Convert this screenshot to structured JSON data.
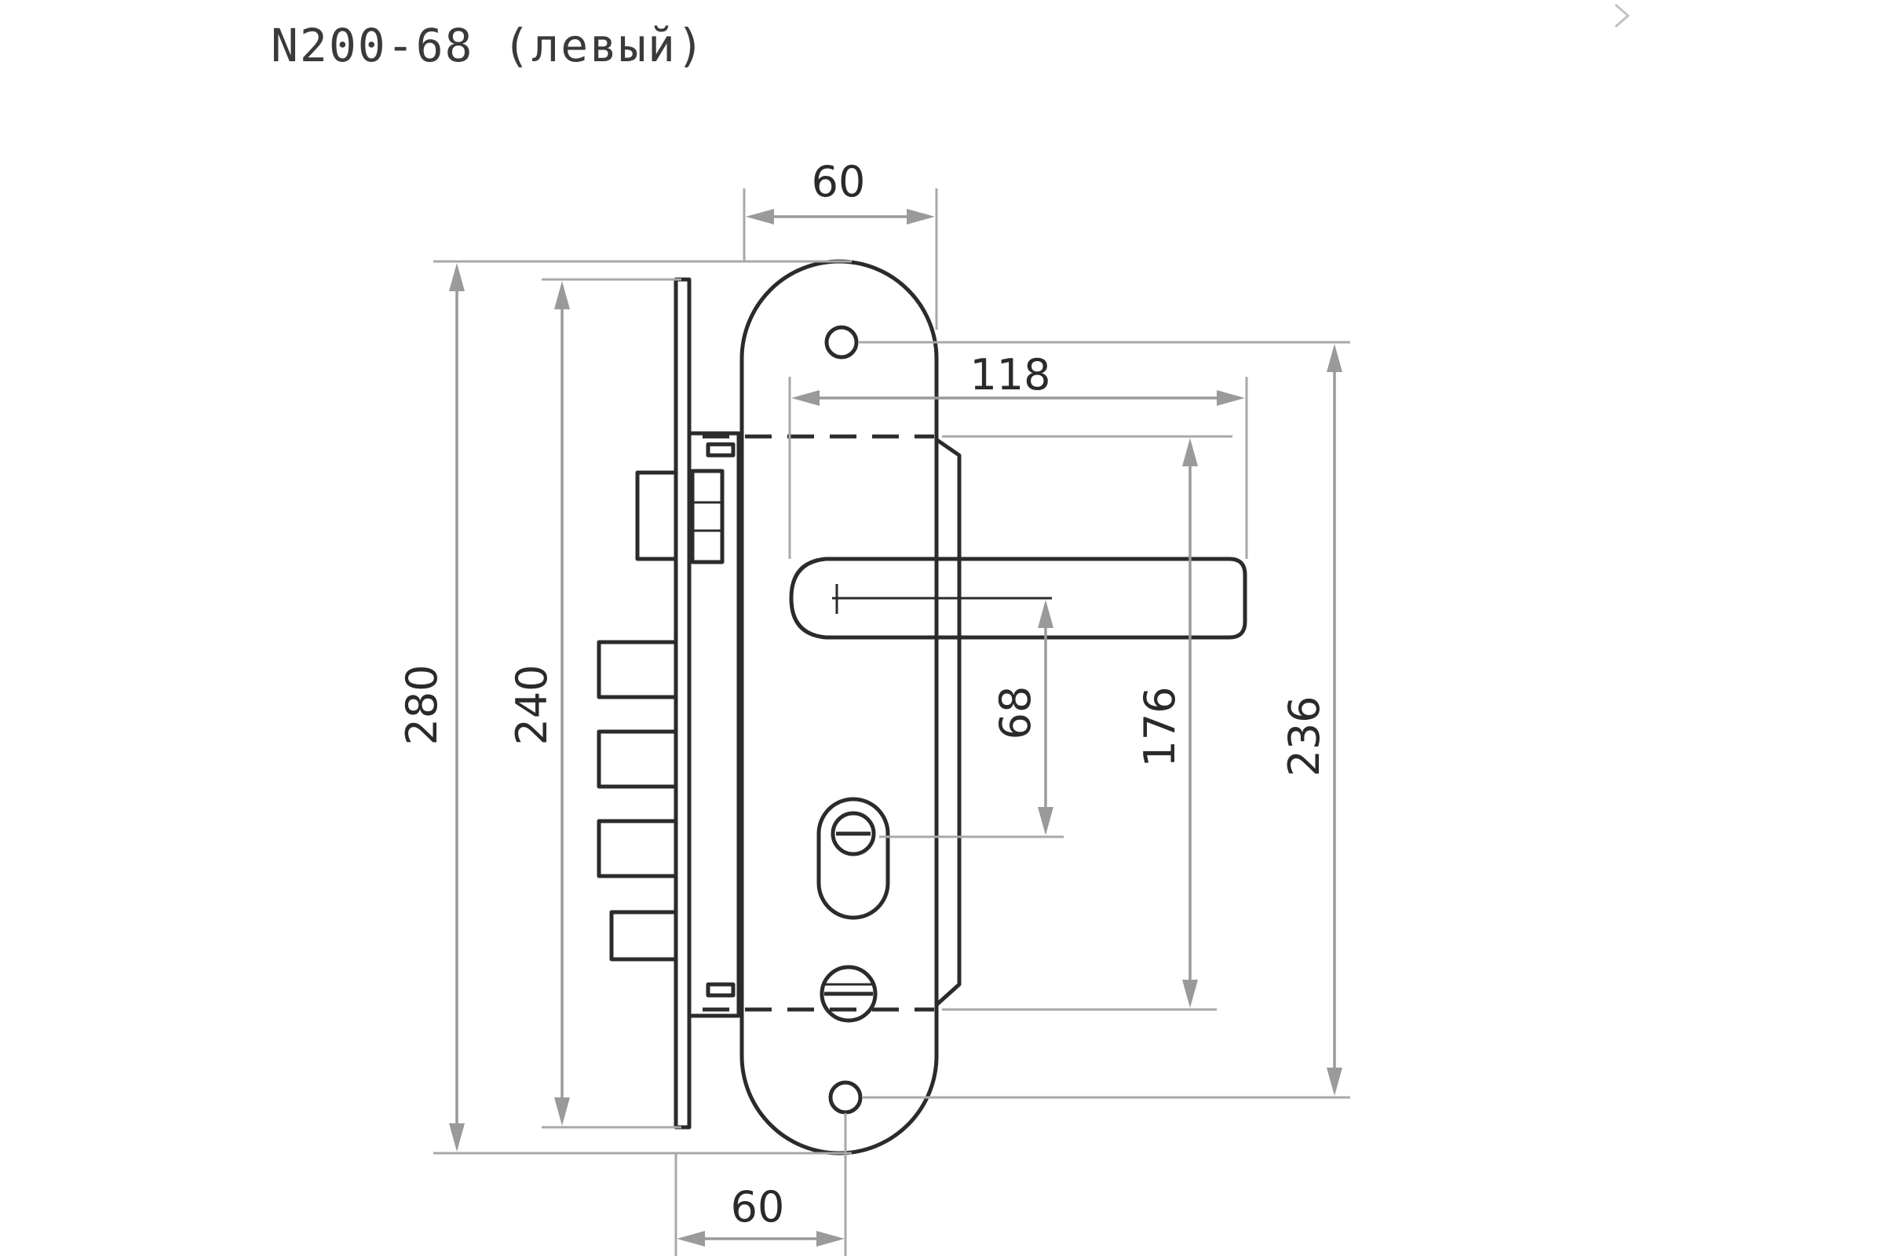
{
  "title": "N200-68 (левый)",
  "icons": {
    "nav": "chevron-right-icon"
  },
  "colors": {
    "stroke": "#2b2b2b",
    "dimension_line": "#9a9a9a",
    "extension_line": "#a8a8a8"
  },
  "dimensions": {
    "escutcheon_width_top": "60",
    "handle_length": "118",
    "overall_height": "280",
    "faceplate_height": "240",
    "handle_to_cylinder": "68",
    "mount_spacing": "176",
    "hole_spacing": "236",
    "backset": "60"
  }
}
